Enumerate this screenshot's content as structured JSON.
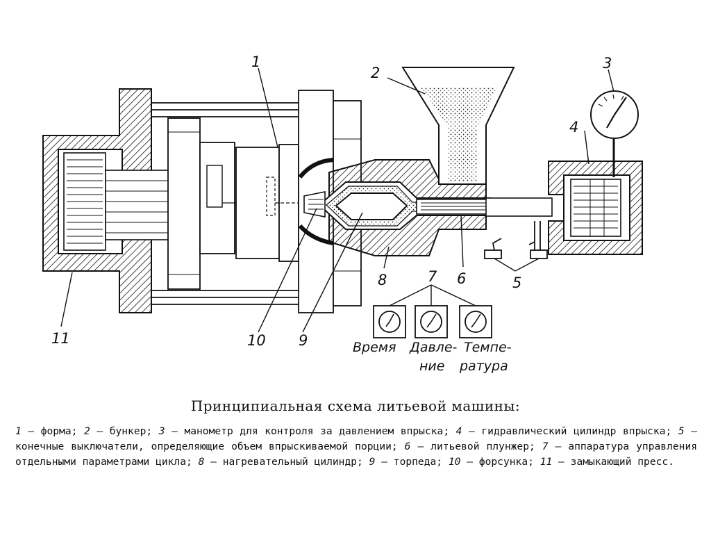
{
  "labels": {
    "l1": "1",
    "l2": "2",
    "l3": "3",
    "l4": "4",
    "l5": "5",
    "l6": "6",
    "l7": "7",
    "l8": "8",
    "l9": "9",
    "l10": "10",
    "l11": "11"
  },
  "gauges": [
    {
      "line1": "Время",
      "line2": ""
    },
    {
      "line1": "Давле-",
      "line2": "ние"
    },
    {
      "line1": "Темпе-",
      "line2": "ратура"
    }
  ],
  "caption": {
    "title": "Принципиальная схема литьевой машины:",
    "legend": [
      {
        "num": "1",
        "text": "форма"
      },
      {
        "num": "2",
        "text": "бункер"
      },
      {
        "num": "3",
        "text": "манометр для контроля за давлением впрыска"
      },
      {
        "num": "4",
        "text": "гидравлический цилиндр впрыска"
      },
      {
        "num": "5",
        "text": "конечные выключатели, определяющие объем впрыскиваемой порции"
      },
      {
        "num": "6",
        "text": "литьевой плунжер"
      },
      {
        "num": "7",
        "text": "аппаратура управления отдельными параметрами цикла"
      },
      {
        "num": "8",
        "text": "нагревательный цилиндр"
      },
      {
        "num": "9",
        "text": "торпеда"
      },
      {
        "num": "10",
        "text": "форсунка"
      },
      {
        "num": "11",
        "text": "замыкающий пресс"
      }
    ]
  }
}
